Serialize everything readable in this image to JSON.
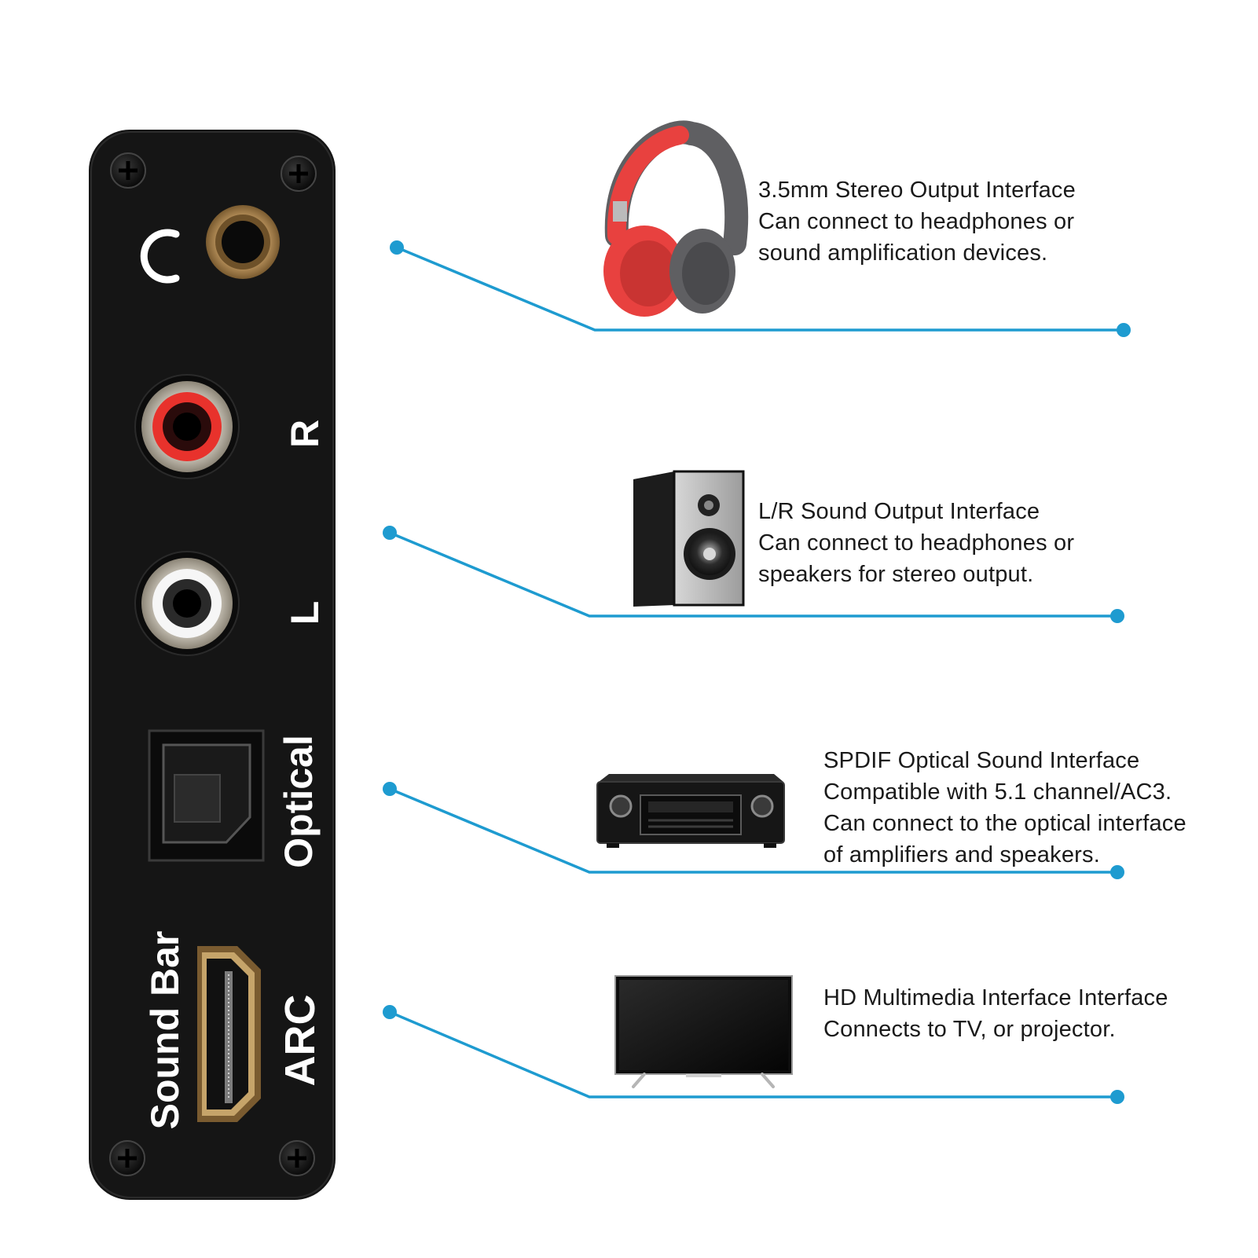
{
  "panel": {
    "labels": {
      "r": "R",
      "l": "L",
      "optical": "Optical",
      "arc": "ARC",
      "sound_bar": "Sound Bar"
    }
  },
  "interfaces": [
    {
      "device_icon": "headphones-icon",
      "port": "headphone-jack",
      "lines": [
        "3.5mm Stereo Output Interface",
        "Can connect to headphones or",
        "sound amplification devices."
      ]
    },
    {
      "device_icon": "speaker-icon",
      "port": "rca-jacks",
      "lines": [
        "L/R Sound Output Interface",
        "Can connect to headphones or",
        "speakers for stereo output."
      ]
    },
    {
      "device_icon": "av-receiver-icon",
      "port": "optical-port",
      "lines": [
        "SPDIF Optical Sound Interface",
        "Compatible with 5.1 channel/AC3.",
        "Can connect to the optical interface",
        "of amplifiers and speakers."
      ]
    },
    {
      "device_icon": "tv-icon",
      "port": "hdmi-port",
      "lines": [
        "HD Multimedia Interface Interface",
        "Connects to TV, or projector."
      ]
    }
  ],
  "colors": {
    "panel": "#151515",
    "connector_line": "#1e9bd0",
    "headphone_red": "#e8413f",
    "headphone_gray": "#5f5f62",
    "rca_red": "#e8322c",
    "gold": "#c9a067"
  }
}
